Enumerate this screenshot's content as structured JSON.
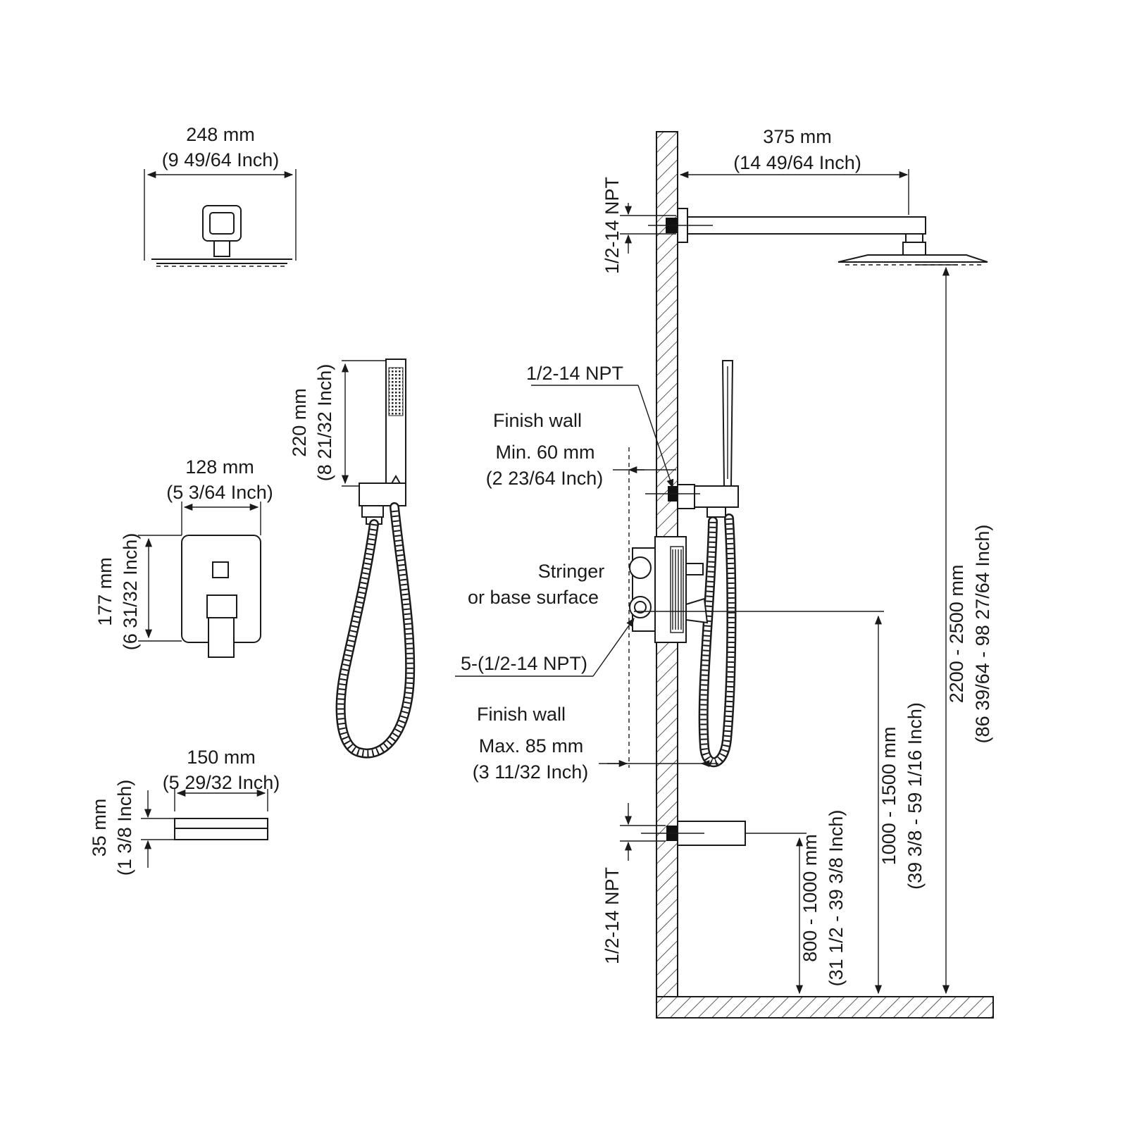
{
  "shower_head_width": {
    "mm": "248 mm",
    "inch": "(9 49/64 Inch)"
  },
  "hand_shower_length": {
    "mm": "220 mm",
    "inch": "(8 21/32 Inch)"
  },
  "valve_trim_width": {
    "mm": "128 mm",
    "inch": "(5 3/64 Inch)"
  },
  "valve_trim_height": {
    "mm": "177 mm",
    "inch": "(6 31/32 Inch)"
  },
  "spout_length": {
    "mm": "150 mm",
    "inch": "(5 29/32 Inch)"
  },
  "spout_height": {
    "mm": "35 mm",
    "inch": "(1 3/8 Inch)"
  },
  "shower_arm_length": {
    "mm": "375 mm",
    "inch": "(14 49/64 Inch)"
  },
  "labels": {
    "npt_arm": "1/2-14 NPT",
    "npt_outlet": "1/2-14 NPT",
    "npt_spout": "1/2-14 NPT",
    "npt_valve": "5-(1/2-14 NPT)",
    "finish_wall_min_title": "Finish wall",
    "finish_wall_min_value": "Min. 60 mm",
    "finish_wall_min_inch": "(2 23/64 Inch)",
    "stringer_line1": "Stringer",
    "stringer_line2": "or base surface",
    "finish_wall_max_title": "Finish wall",
    "finish_wall_max_value": "Max. 85 mm",
    "finish_wall_max_inch": "(3 11/32 Inch)"
  },
  "heights": {
    "spout": {
      "mm": "800 - 1000 mm",
      "inch": "(31 1/2 - 39 3/8 Inch)"
    },
    "valve": {
      "mm": "1000 - 1500 mm",
      "inch": "(39 3/8 - 59 1/16 Inch)"
    },
    "shower_head": {
      "mm": "2200 - 2500 mm",
      "inch": "(86 39/64 - 98 27/64 Inch)"
    }
  }
}
